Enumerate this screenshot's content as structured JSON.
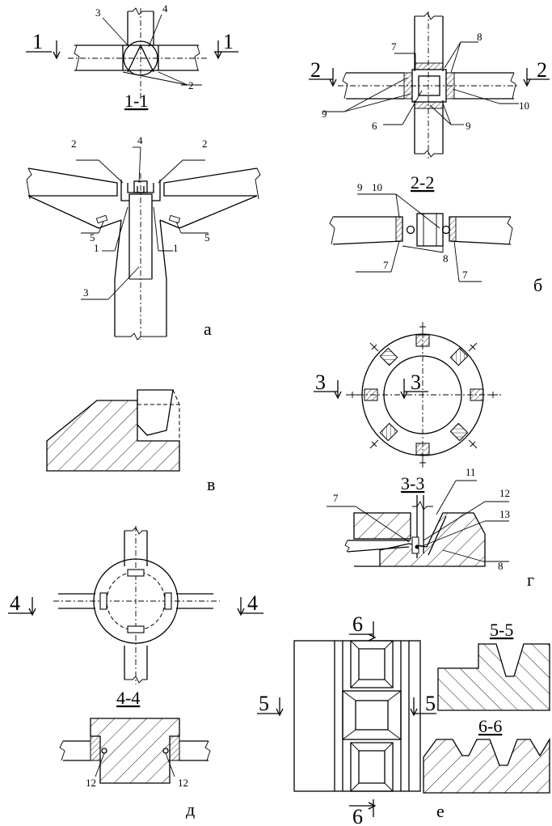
{
  "figures": {
    "a": {
      "letter": "а",
      "section_mark": "1",
      "section_caption": "1-1",
      "plan_callouts": [
        "3",
        "4",
        "2"
      ],
      "elevation_callouts": [
        "2",
        "4",
        "2",
        "5",
        "5",
        "1",
        "1",
        "3"
      ]
    },
    "b": {
      "letter": "б",
      "section_mark": "2",
      "section_caption": "2-2",
      "plan_callouts": [
        "7",
        "8",
        "9",
        "6",
        "9",
        "10"
      ],
      "section_callouts": [
        "9",
        "10",
        "7",
        "8",
        "7"
      ]
    },
    "v": {
      "letter": "в"
    },
    "g": {
      "letter": "г",
      "section_mark": "3",
      "section_caption": "3-3",
      "section_callouts": [
        "7",
        "11",
        "12",
        "13",
        "8"
      ]
    },
    "d": {
      "letter": "д",
      "section_mark": "4",
      "section_caption": "4-4",
      "section_callouts": [
        "12",
        "12"
      ]
    },
    "e": {
      "letter": "е",
      "section_mark_5": "5",
      "section_mark_6": "6",
      "section_caption_5": "5-5",
      "section_caption_6": "6-6"
    }
  }
}
